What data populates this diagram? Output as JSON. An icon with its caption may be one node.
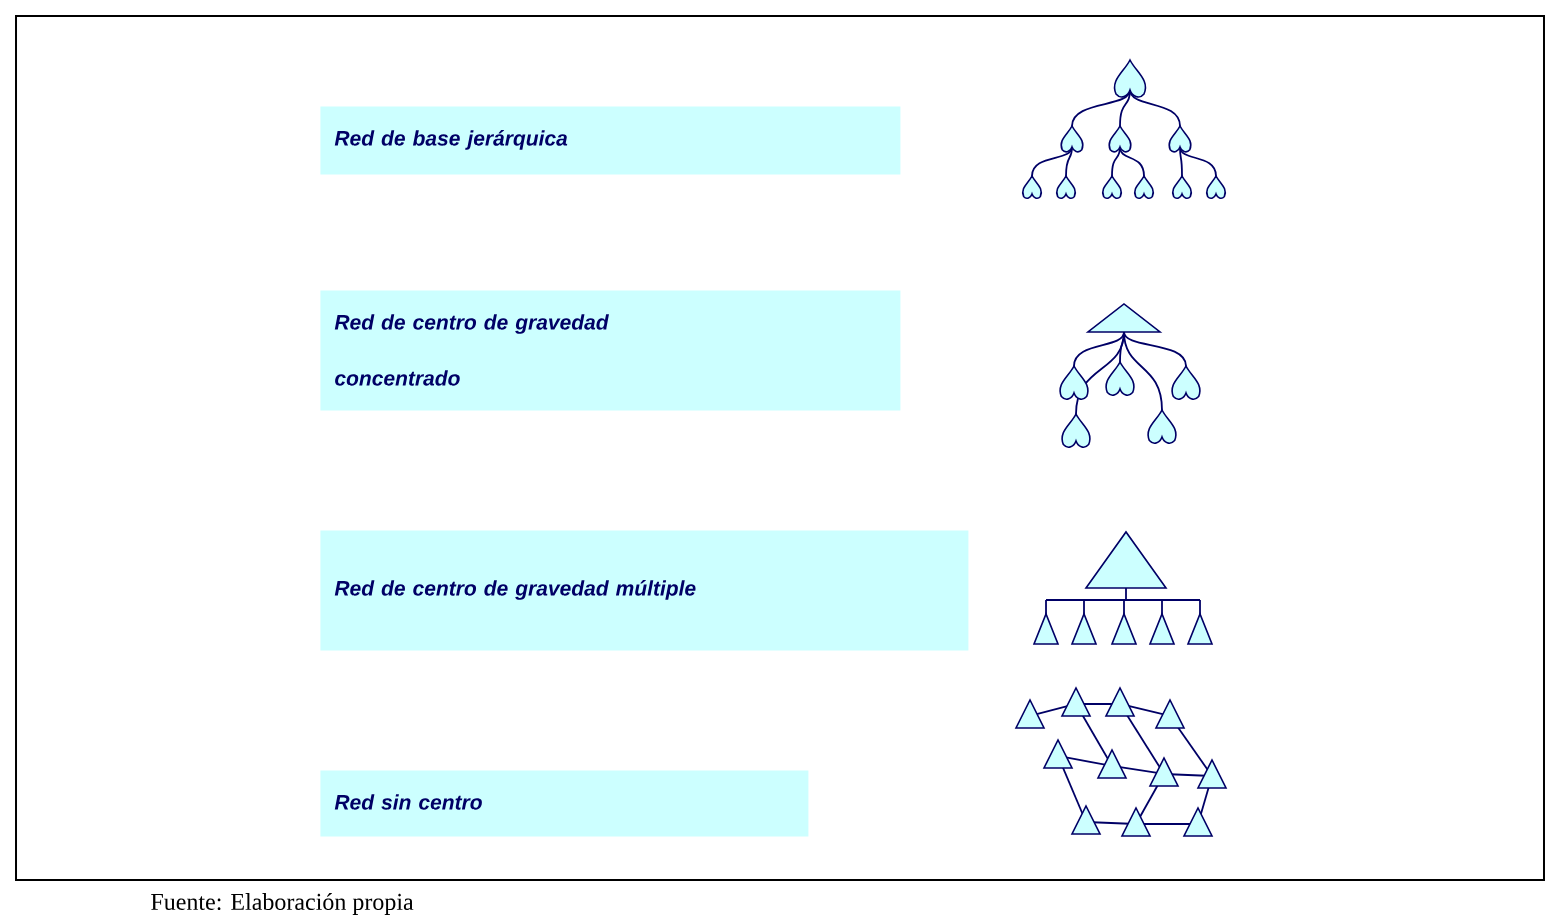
{
  "diagram": {
    "caption": "Fuente: Elaboración propia",
    "nodes": [
      {
        "text": [
          "Red de base jerárquica"
        ]
      },
      {
        "text": [
          "Red de centro de gravedad concentrado"
        ]
      },
      {
        "text": [
          "Red de centro de gravedad múltiple"
        ]
      },
      {
        "text": [
          "Red sin centro"
        ]
      }
    ]
  }
}
